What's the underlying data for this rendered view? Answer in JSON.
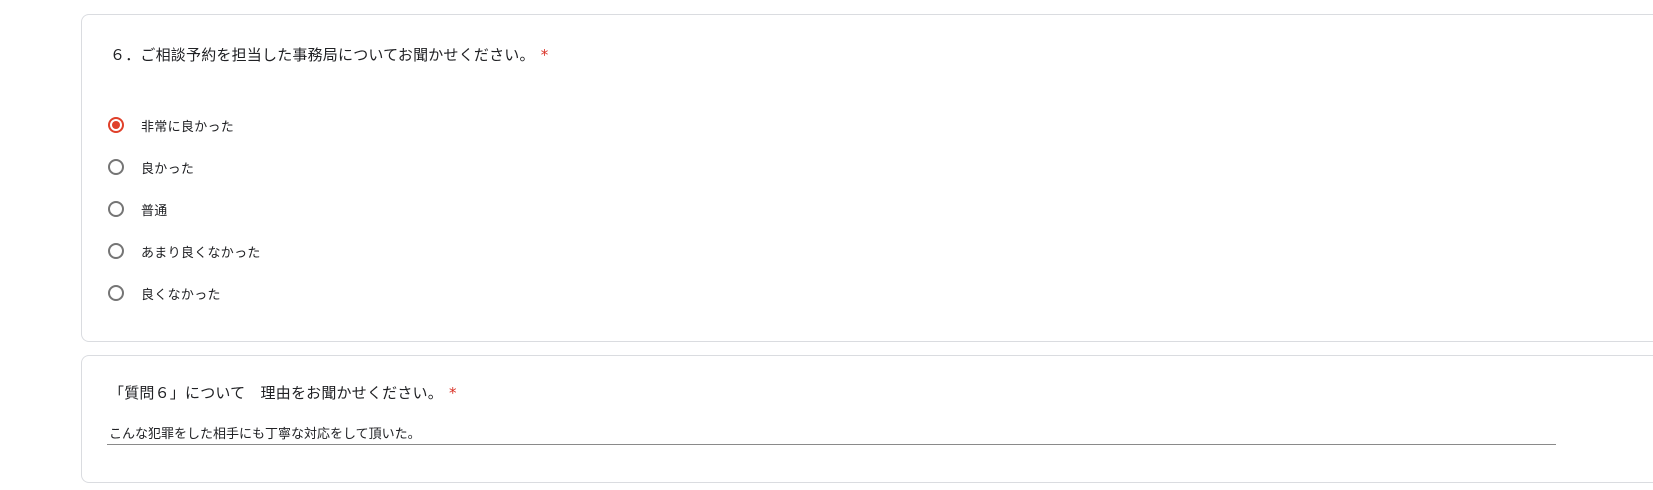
{
  "colors": {
    "accent": "#e0402a",
    "required": "#d93025",
    "border": "#dadce0"
  },
  "question6": {
    "title": "６．ご相談予約を担当した事務局についてお聞かせください。",
    "required_mark": "*",
    "selected_index": 0,
    "options": [
      {
        "label": "非常に良かった"
      },
      {
        "label": "良かった"
      },
      {
        "label": "普通"
      },
      {
        "label": "あまり良くなかった"
      },
      {
        "label": "良くなかった"
      }
    ]
  },
  "reason": {
    "title": "「質問６」について　理由をお聞かせください。",
    "required_mark": "*",
    "answer": "こんな犯罪をした相手にも丁寧な対応をして頂いた。"
  }
}
